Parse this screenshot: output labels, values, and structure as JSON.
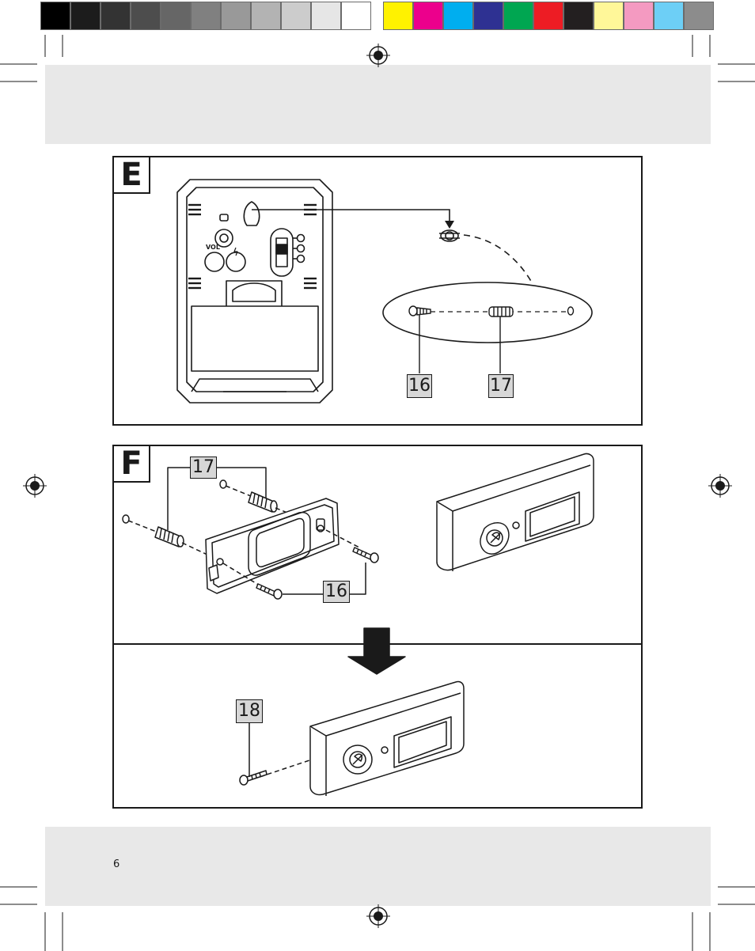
{
  "color_bar": {
    "grays": [
      "#000000",
      "#1c1c1c",
      "#333333",
      "#4d4d4d",
      "#666666",
      "#808080",
      "#999999",
      "#b3b3b3",
      "#cccccc",
      "#e6e6e6",
      "#ffffff"
    ],
    "colors": [
      "#fff200",
      "#ec008c",
      "#00aeef",
      "#2e3192",
      "#00a651",
      "#ed1c24",
      "#231f20",
      "#fff799",
      "#f49ac1",
      "#6dcff6",
      "#8c8c8c"
    ]
  },
  "figure_e": {
    "letter": "E",
    "device_labels": {
      "volume": "VOL"
    },
    "callouts": {
      "screw": "16",
      "dowel": "17"
    }
  },
  "figure_f": {
    "letter": "F",
    "callouts": {
      "dowel": "17",
      "screw": "16",
      "cover_screw": "18"
    }
  },
  "footer": {
    "page_number": "6"
  }
}
